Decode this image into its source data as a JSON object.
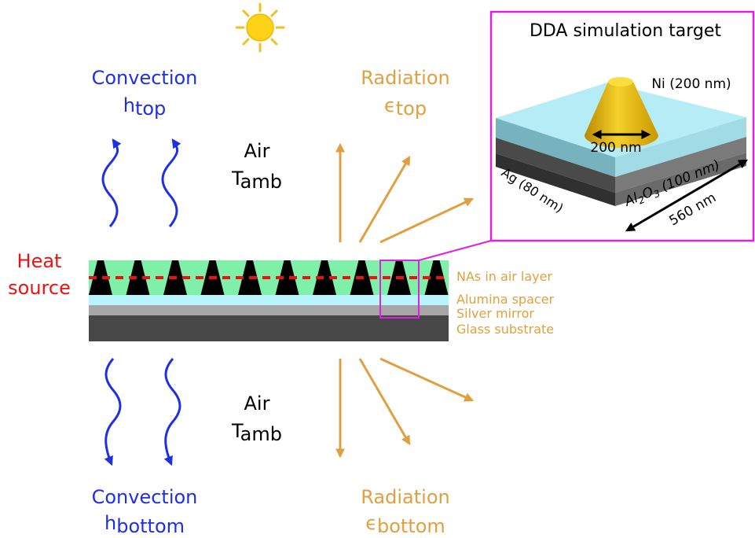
{
  "top": {
    "convection": {
      "label": "Convection",
      "symbol": "h",
      "subscript": "top"
    },
    "radiation": {
      "label": "Radiation",
      "symbol": "ϵ",
      "subscript": "top"
    },
    "air": {
      "label": "Air",
      "symbol": "T",
      "subscript": "amb"
    }
  },
  "bottom": {
    "convection": {
      "label": "Convection",
      "symbol": "h",
      "subscript": "bottom"
    },
    "radiation": {
      "label": "Radiation",
      "symbol": "ϵ",
      "subscript": "bottom"
    },
    "air": {
      "label": "Air",
      "symbol": "T",
      "subscript": "amb"
    }
  },
  "heat_source": {
    "line1": "Heat",
    "line2": "source"
  },
  "layers": [
    {
      "label": "NAs in air layer",
      "color": "#7ff0a8"
    },
    {
      "label": "Alumina spacer",
      "color": "#b8f4ff"
    },
    {
      "label": "Silver mirror",
      "color": "#a6a6a6"
    },
    {
      "label": "Glass substrate",
      "color": "#474747"
    }
  ],
  "inset": {
    "title": "DDA simulation target",
    "cone_label": "Ni (200 nm)",
    "diameter_label": "200 nm",
    "alumina_label_main": "Al",
    "alumina_label_sub1": "2",
    "alumina_label_mid": "O",
    "alumina_label_sub2": "3",
    "alumina_label_rest": " (100 nm)",
    "silver_label": "Ag (80 nm)",
    "width_label": "560 nm",
    "frame_color": "#e020e0"
  },
  "colors": {
    "convection": "#1f2fe6",
    "radiation": "#e0a040",
    "heat": "#ee1111",
    "nanoantenna": "#000000"
  },
  "icons": {
    "sun": "sun-icon"
  }
}
